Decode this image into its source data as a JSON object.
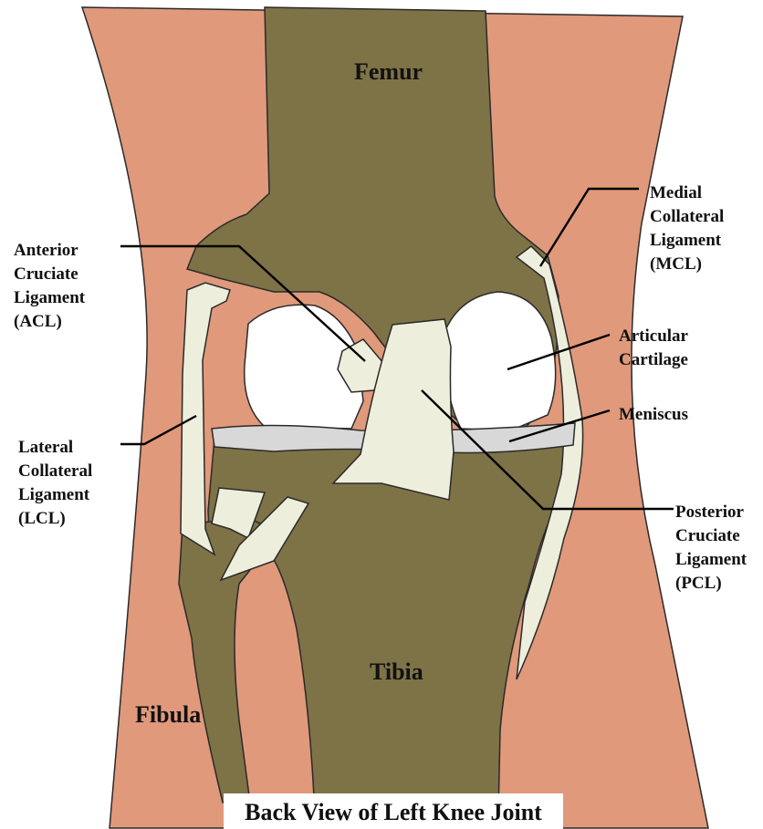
{
  "colors": {
    "skin": "#e0997b",
    "bone": "#7e7247",
    "ligament": "#eeeedd",
    "cartilage": "#ffffff",
    "meniscus": "#d8d8d8",
    "leader": "#000000"
  },
  "bones": {
    "femur": "Femur",
    "tibia": "Tibia",
    "fibula": "Fibula"
  },
  "labels": {
    "acl": [
      "Anterior",
      "Cruciate",
      "Ligament",
      "(ACL)"
    ],
    "lcl": [
      "Lateral",
      "Collateral",
      "Ligament",
      "(LCL)"
    ],
    "mcl": [
      "Medial",
      "Collateral",
      "Ligament",
      "(MCL)"
    ],
    "cartilage": [
      "Articular",
      "Cartilage"
    ],
    "meniscus": [
      "Meniscus"
    ],
    "pcl": [
      "Posterior",
      "Cruciate",
      "Ligament",
      "(PCL)"
    ]
  },
  "caption": "Back View of Left Knee Joint"
}
